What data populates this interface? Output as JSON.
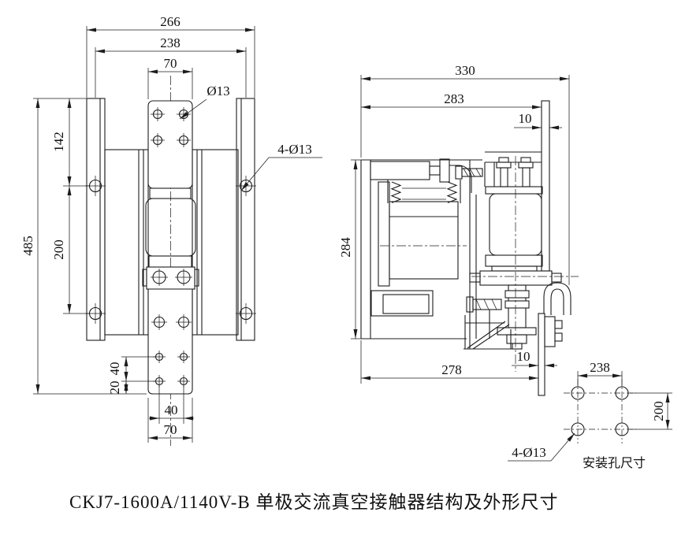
{
  "page": {
    "background": "#ffffff",
    "line_color": "#1c1c1c",
    "contact_strip_color": "#9a9a9a"
  },
  "title": {
    "text": "CKJ7-1600A/1140V-B 单极交流真空接触器结构及外形尺寸"
  },
  "front_view": {
    "dims": {
      "overall_width": "266",
      "mount_hole_span": "238",
      "busbar_width_top": "70",
      "top_edge_to_hole": "142",
      "mount_hole_vspan": "200",
      "overall_height": "485",
      "terminal_hole_pitch": "40",
      "terminal_hole_edge": "20",
      "terminal_hole_span": "40",
      "busbar_width_bottom": "70"
    },
    "labels": {
      "terminal_hole_dia": "Ø13",
      "mount_hole_callout": "4-Ø13"
    }
  },
  "side_view": {
    "dims": {
      "overall_depth": "330",
      "depth_to_bracket": "283",
      "bracket_thickness_top": "10",
      "frame_height": "284",
      "base_depth": "278",
      "bracket_thickness_bottom": "10"
    }
  },
  "mounting_view": {
    "dims": {
      "hole_span_width": "238",
      "hole_span_height": "200"
    },
    "labels": {
      "hole_callout": "4-Ø13",
      "caption": "安装孔尺寸"
    }
  }
}
